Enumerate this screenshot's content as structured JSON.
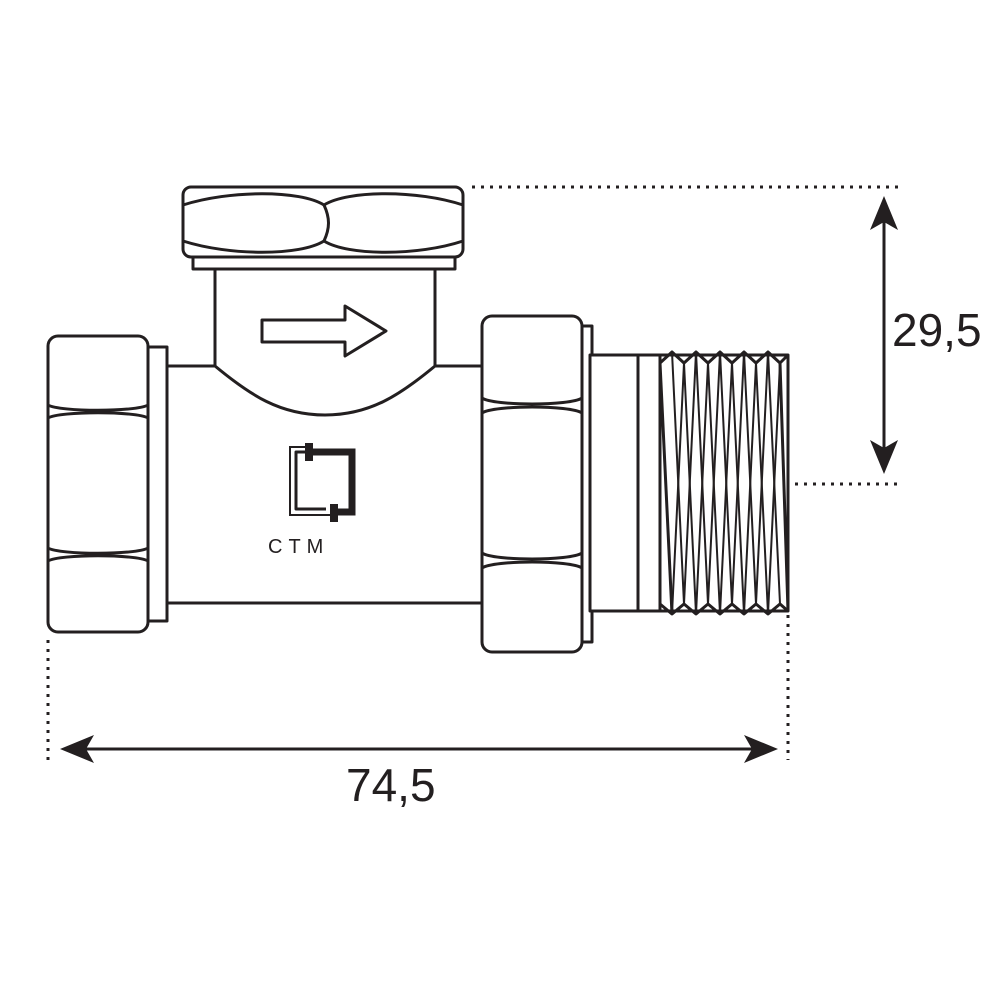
{
  "dimensions": {
    "length": "74,5",
    "height": "29,5"
  },
  "brand": {
    "logo_text": "CTM"
  },
  "icons": {
    "flow_direction": "flow-arrow-icon",
    "brand_logo": "ctm-logo-icon"
  },
  "colors": {
    "ink": "#231f20",
    "background": "#ffffff"
  }
}
